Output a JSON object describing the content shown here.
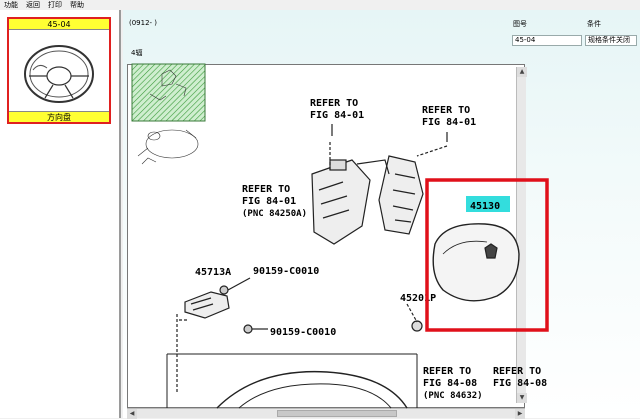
{
  "menu": {
    "items": [
      "功能",
      "返回",
      "打印",
      "帮助"
    ]
  },
  "thumbnail": {
    "code": "45-04",
    "caption": "方向盘"
  },
  "header": {
    "range": "(0912-      )",
    "section": "4辐",
    "fig_no_label": "图号",
    "condition_label": "条件",
    "fig_no_value": "45-04",
    "condition_value": "规格条件关闭"
  },
  "diagram": {
    "refer1": "REFER TO",
    "fig1": "FIG 84-01",
    "refer2": "REFER TO",
    "fig2": "FIG 84-01",
    "refer3": "REFER TO",
    "fig3": "FIG 84-01",
    "pnc3": "(PNC 84250A)",
    "part_45130": "45130",
    "part_45713A": "45713A",
    "part_90159a": "90159-C0010",
    "part_90159b": "90159-C0010",
    "part_45201P": "45201P",
    "refer4": "REFER TO",
    "fig4": "FIG 84-08",
    "pnc4": "(PNC 84632)",
    "refer5": "REFER TO",
    "fig5": "FIG 84-08"
  },
  "colors": {
    "highlight_box": "#e0101a",
    "thumb_header": "#ffff33",
    "part_highlight": "#33dddd"
  }
}
